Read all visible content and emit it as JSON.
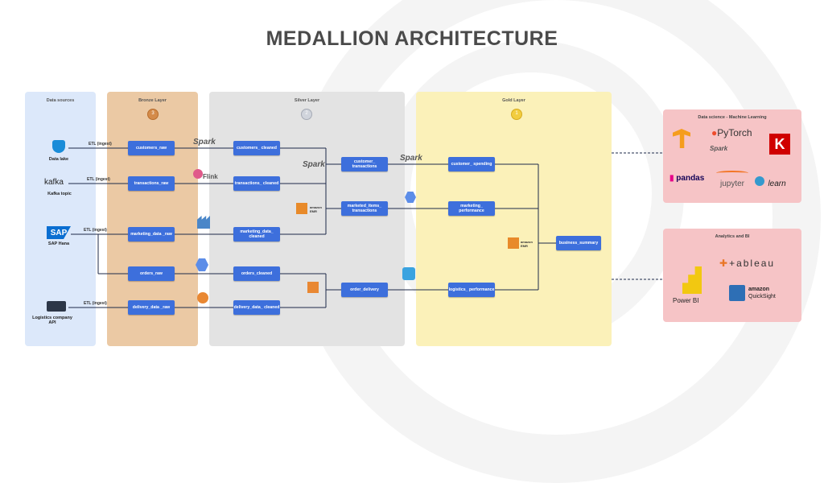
{
  "title": "MEDALLION ARCHITECTURE",
  "lanes": {
    "sources": "Data sources",
    "bronze": "Bronze Layer",
    "silver": "Silver Layer",
    "gold": "Gold Layer"
  },
  "medals": {
    "bronze": "3",
    "silver": "2",
    "gold": "1"
  },
  "sources": {
    "datalake": "Data lake",
    "kafka": "Kafka topic",
    "sap": "SAP Hana",
    "logistics": "Logistics company API"
  },
  "etl": {
    "e1": "ETL (ingest)",
    "e2": "ETL (ingest)",
    "e3": "ETL (ingest)",
    "e4": "ETL (ingest)"
  },
  "bronze_nodes": {
    "customers_raw": "customers_raw",
    "transactions_raw": "transactions_raw",
    "marketing_data_raw": "marketing_data _raw",
    "orders_raw": "orders_raw",
    "delivery_data_raw": "delivery_data _raw"
  },
  "silver_nodes": {
    "customers_cleaned": "customers_ cleaned",
    "transactions_cleaned": "transactions_ cleaned",
    "marketing_data_cleaned": "marketing_data_ cleaned",
    "orders_cleaned": "orders_cleaned",
    "delivery_data_cleaned": "delivery_data_ cleaned",
    "customer_transactions": "customer_ transactions",
    "marketed_items_transactions": "marketed_items_ transactions",
    "order_delivery": "order_delivery"
  },
  "gold_nodes": {
    "customer_spending": "customer_ spending",
    "marketing_performance": "marketing_ performance",
    "logistics_performance": "logistics_ performance",
    "business_summary": "business_summary"
  },
  "tools": {
    "spark": "Spark",
    "flink": "Flink",
    "emr_top": "amazon EMR",
    "emr_gold": "amazon EMR",
    "sap_logo": "SAP",
    "kafka_logo": "kafka"
  },
  "panels": {
    "ds": {
      "title": "Data science - Machine Learning",
      "pytorch": "PyTorch",
      "spark": "Spark",
      "pandas": "pandas",
      "jupyter": "jupyter",
      "learn": "learn",
      "keras": "K"
    },
    "bi": {
      "title": "Analytics and BI",
      "tableau": "+ableau",
      "powerbi": "Power BI",
      "quicksight_a": "amazon",
      "quicksight_b": "QuickSight"
    }
  },
  "colors": {
    "sources_lane": "#dce8fa",
    "bronze_lane": "#ebc9a4",
    "silver_lane": "#e3e3e3",
    "gold_lane": "#fbf1b9",
    "node": "#3d6fdc",
    "panel": "#f6c4c6"
  }
}
